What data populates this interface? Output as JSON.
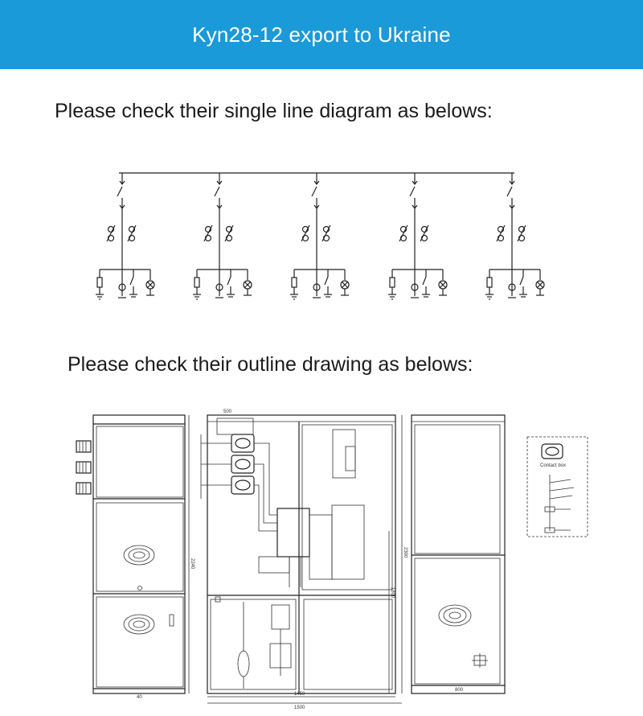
{
  "banner": {
    "title": "Kyn28-12 export to Ukraine"
  },
  "sections": {
    "sld_heading": "Please check their single line diagram as belows:",
    "outline_heading": "Please check their outline drawing as belows:"
  },
  "outline": {
    "dims": {
      "side_top": "500",
      "front_height": "2240",
      "side_height": "2300",
      "side_inner": "1800",
      "bottom_inner": "1450",
      "bottom_outer": "1500",
      "front_bottom": "40",
      "rear_bottom": "800"
    },
    "detail_label": "Contact box"
  },
  "colors": {
    "banner": "#1a9ad9",
    "text": "#1b1b1b",
    "line": "#222222"
  }
}
